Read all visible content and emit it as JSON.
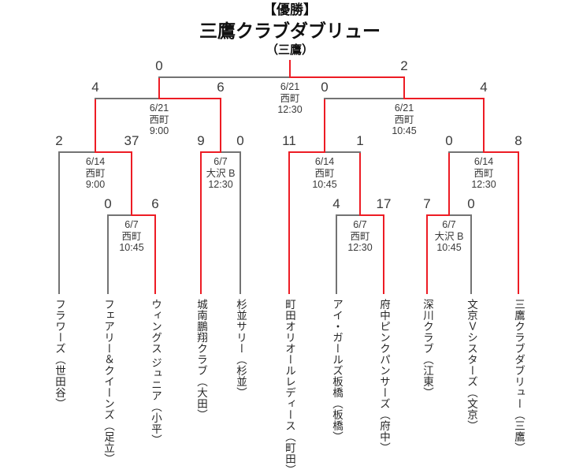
{
  "champion": {
    "label": "【優勝】",
    "name": "三鷹クラブダブリュー",
    "region": "（三鷹）"
  },
  "colors": {
    "winner_line": "#ed1c24",
    "loser_line": "#737373",
    "background": "#ffffff"
  },
  "teams": [
    {
      "name": "フラワーズ",
      "region": "（世田谷）"
    },
    {
      "name": "フェアリー＆クイーンズ",
      "region": "（足立）"
    },
    {
      "name": "ウィングス ジュニア",
      "region": "（小平）"
    },
    {
      "name": "城南鵬翔クラブ",
      "region": "（大田）"
    },
    {
      "name": "杉並サリー",
      "region": "（杉並）"
    },
    {
      "name": "町田オリオールレディース",
      "region": "（町田）"
    },
    {
      "name": "アイ・ガールズ板橋",
      "region": "（板橋）"
    },
    {
      "name": "府中ピンクパンサーズ",
      "region": "（府中）"
    },
    {
      "name": "深川クラブ",
      "region": "（江東）"
    },
    {
      "name": "文京Ｖシスターズ",
      "region": "（文京）"
    },
    {
      "name": "三鷹クラブダブリュー",
      "region": "（三鷹）"
    }
  ],
  "matches": [
    {
      "date": "6/7",
      "venue": "西町",
      "time": "10:45",
      "score_left": "0",
      "score_right": "6",
      "winner": "right"
    },
    {
      "date": "6/7",
      "venue": "西町",
      "time": "12:30",
      "score_left": "4",
      "score_right": "17",
      "winner": "right"
    },
    {
      "date": "6/7",
      "venue": "大沢 B",
      "time": "10:45",
      "score_left": "7",
      "score_right": "0",
      "winner": "left"
    },
    {
      "date": "6/14",
      "venue": "西町",
      "time": "9:00",
      "score_left": "2",
      "score_right": "37",
      "winner": "right"
    },
    {
      "date": "6/7",
      "venue": "大沢 B",
      "time": "12:30",
      "score_left": "9",
      "score_right": "0",
      "winner": "left"
    },
    {
      "date": "6/14",
      "venue": "西町",
      "time": "10:45",
      "score_left": "11",
      "score_right": "1",
      "winner": "left"
    },
    {
      "date": "6/14",
      "venue": "西町",
      "time": "12:30",
      "score_left": "0",
      "score_right": "8",
      "winner": "right"
    },
    {
      "date": "6/21",
      "venue": "西町",
      "time": "9:00",
      "score_left": "4",
      "score_right": "6",
      "winner": "right"
    },
    {
      "date": "6/21",
      "venue": "西町",
      "time": "10:45",
      "score_left": "0",
      "score_right": "4",
      "winner": "right"
    },
    {
      "date": "6/21",
      "venue": "西町",
      "time": "12:30",
      "score_left": "0",
      "score_right": "2",
      "winner": "right"
    }
  ]
}
